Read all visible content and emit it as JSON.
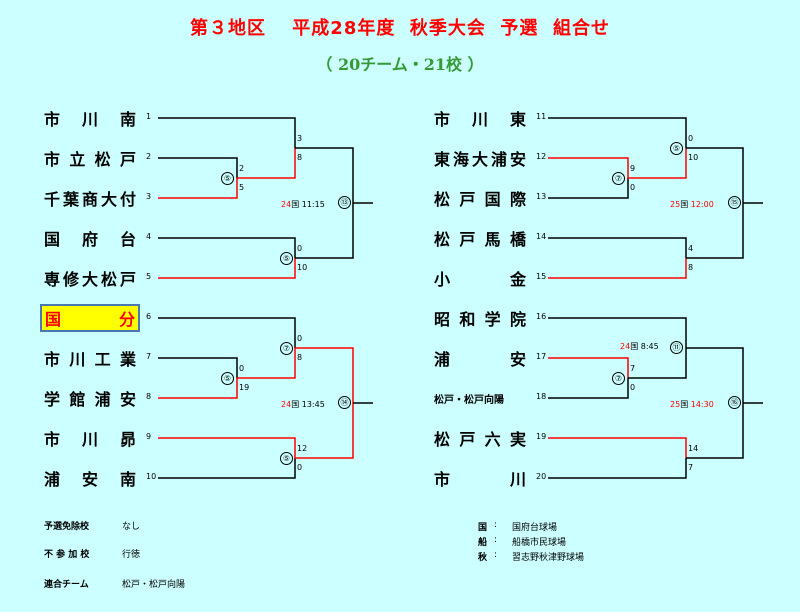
{
  "title": "第３地区　 平成28年度  秋季大会  予選  組合せ",
  "subtitle": "（ 20チーム・21校 ）",
  "left_teams": [
    {
      "seed": "1",
      "name": "市川南"
    },
    {
      "seed": "2",
      "name": "市立松戸"
    },
    {
      "seed": "3",
      "name": "千葉商大付"
    },
    {
      "seed": "4",
      "name": "国府台"
    },
    {
      "seed": "5",
      "name": "専修大松戸"
    },
    {
      "seed": "6",
      "name": "国分"
    },
    {
      "seed": "7",
      "name": "市川工業"
    },
    {
      "seed": "8",
      "name": "学館浦安"
    },
    {
      "seed": "9",
      "name": "市川昴"
    },
    {
      "seed": "10",
      "name": "浦安南"
    }
  ],
  "right_teams": [
    {
      "seed": "11",
      "name": "市川東"
    },
    {
      "seed": "12",
      "name": "東海大浦安"
    },
    {
      "seed": "13",
      "name": "松戸国際"
    },
    {
      "seed": "14",
      "name": "松戸馬橋"
    },
    {
      "seed": "15",
      "name": "小金"
    },
    {
      "seed": "16",
      "name": "昭和学院"
    },
    {
      "seed": "17",
      "name": "浦安"
    },
    {
      "seed": "18",
      "name": "松戸・松戸向陽"
    },
    {
      "seed": "19",
      "name": "松戸六実"
    },
    {
      "seed": "20",
      "name": "市川"
    }
  ],
  "scores": {
    "l_2_3": [
      "2",
      "5"
    ],
    "l_1_w": [
      "3",
      "8"
    ],
    "l_4_5": [
      "0",
      "10"
    ],
    "l_7_8": [
      "0",
      "19"
    ],
    "l_6_w": [
      "0",
      "8"
    ],
    "l_9_10": [
      "12",
      "0"
    ],
    "r_12_13": [
      "9",
      "0"
    ],
    "r_11_w": [
      "0",
      "10"
    ],
    "r_14_15": [
      "4",
      "8"
    ],
    "r_17_18": [
      "7",
      "0"
    ],
    "r_19_20": [
      "14",
      "7"
    ]
  },
  "circles": {
    "l_a": "⑤",
    "l_b": "⑤",
    "l_c": "⑦",
    "l_d": "⑤",
    "l_e": "⑤",
    "l_13": "⑬",
    "l_14": "⑭",
    "r_a": "⑦",
    "r_b": "⑤",
    "r_c": "⑦",
    "r_11": "⑪",
    "r_15": "⑮",
    "r_16": "⑯"
  },
  "match_times": {
    "m13": {
      "day": "24",
      "place": "国",
      "time": "11:15"
    },
    "m14": {
      "day": "24",
      "place": "国",
      "time": "13:45"
    },
    "m11": {
      "day": "24",
      "place": "国",
      "time": "8:45"
    },
    "m15": {
      "day": "25",
      "place": "国",
      "time": "12:00"
    },
    "m16": {
      "day": "25",
      "place": "国",
      "time": "14:30"
    }
  },
  "notes": [
    {
      "label": "予選免除校",
      "value": "なし"
    },
    {
      "label": "不 参 加 校",
      "value": "行徳"
    },
    {
      "label": "連合チーム",
      "value": "松戸・松戸向陽"
    }
  ],
  "legend": [
    {
      "key": "国",
      "sep": ":",
      "value": "国府台球場"
    },
    {
      "key": "船",
      "sep": ":",
      "value": "船橋市民球場"
    },
    {
      "key": "秋",
      "sep": ":",
      "value": "習志野秋津野球場"
    }
  ],
  "colors": {
    "win_line": "#ff0000",
    "line": "#000000",
    "title": "#ff0000",
    "subtitle": "#339933",
    "background": "#ccffff",
    "highlight": "#ffff00"
  }
}
